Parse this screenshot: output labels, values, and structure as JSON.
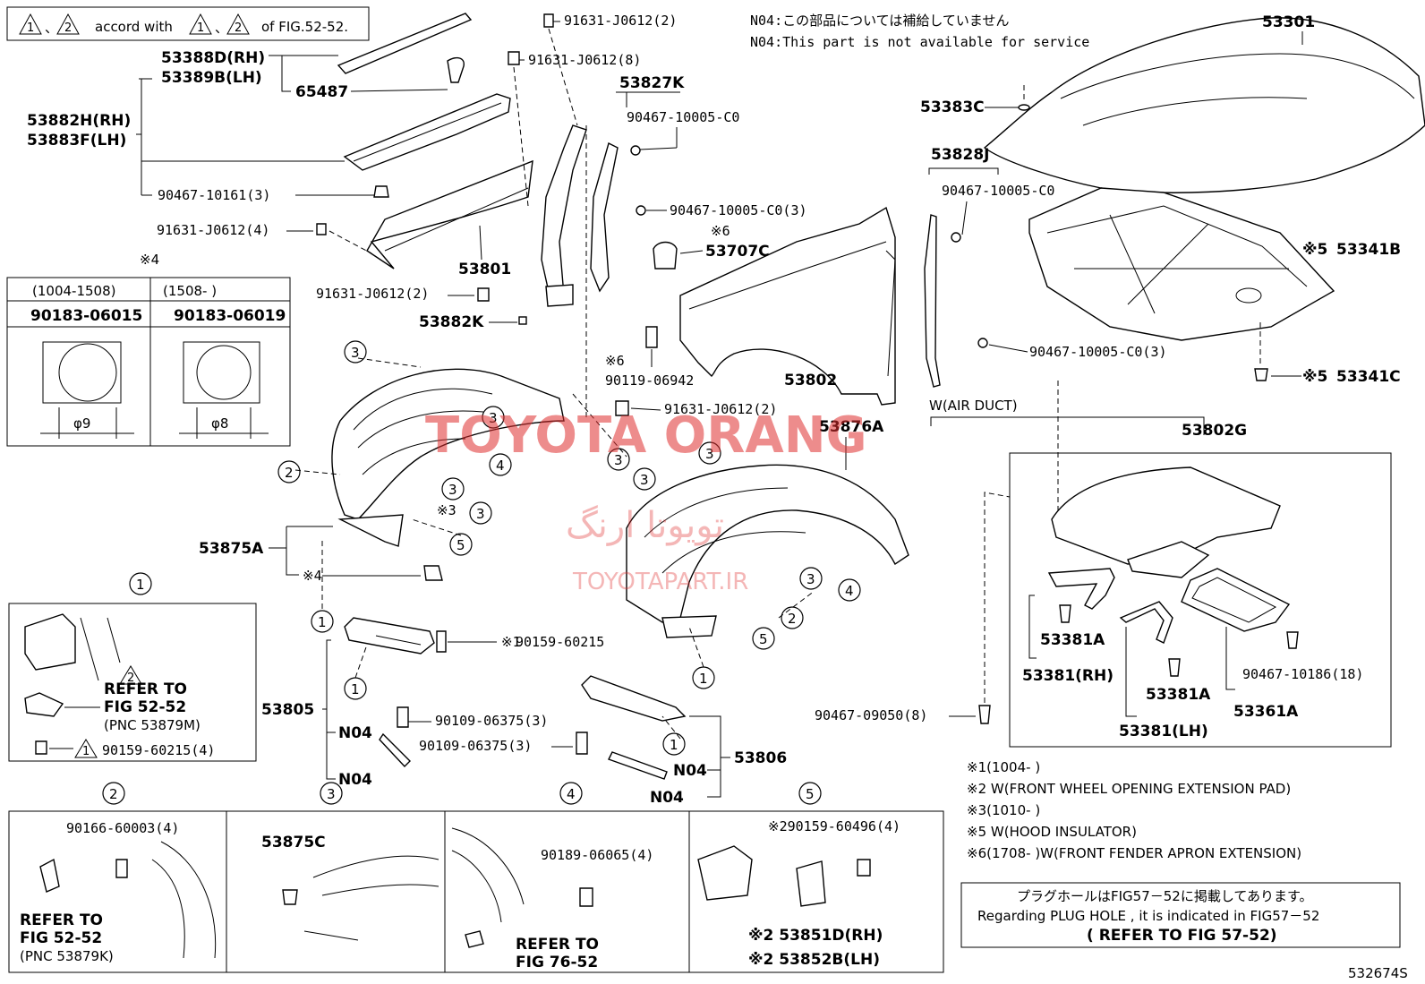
{
  "header_note": {
    "tri1": "1",
    "tri2": "2",
    "text1": "accord with",
    "text2": "of FIG.52-52."
  },
  "n04_notes": {
    "jp": "N04:この部品については補給していません",
    "en": "N04:This part is not available for service"
  },
  "watermark": {
    "brand": "TOYOTA ORANG",
    "persian": "تویوتا ارنگ",
    "site": "TOYOTAPART.IR"
  },
  "labels": {
    "p53388D": "53388D(RH)",
    "p53389B": "53389B(LH)",
    "p65487": "65487",
    "p53882H": "53882H(RH)",
    "p53883F": "53883F(LH)",
    "p90467_10161": "90467-10161(3)",
    "p91631_4": "91631-J0612(4)",
    "p91631_2a": "91631-J0612(2)",
    "p91631_8": "91631-J0612(8)",
    "p53827K": "53827K",
    "p90467_c0": "90467-10005-C0",
    "p90467_c0_3": "90467-10005-C0(3)",
    "p53801": "53801",
    "p91631_2b": "91631-J0612(2)",
    "p53882K": "53882K",
    "p53707C": "53707C",
    "p53707C_note": "※6",
    "p90119_note": "※6",
    "p90119": "90119-06942",
    "p91631_2c": "91631-J0612(2)",
    "p53802": "53802",
    "p53301": "53301",
    "p53383C": "53383C",
    "p53828J": "53828J",
    "p90467_c0_b": "90467-10005-C0",
    "p53341B": "53341B",
    "p53341B_note": "※5",
    "p90467_c0_3b": "90467-10005-C0(3)",
    "p53341C": "53341C",
    "p53341C_note": "※5",
    "air_duct": "W(AIR DUCT)",
    "p53876A": "53876A",
    "p53802G": "53802G",
    "p53875A": "53875A",
    "p53805": "53805",
    "p53806": "53806",
    "p90159_60215": "90159-60215",
    "p90159_note": "※1",
    "p90109_a": "90109-06375(3)",
    "p90109_b": "90109-06375(3)",
    "n04": "N04",
    "p53381A_1": "53381A",
    "p53381_rh": "53381(RH)",
    "p53381A_2": "53381A",
    "p53381_lh": "53381(LH)",
    "p90467_10186": "90467-10186(18)",
    "p53361A": "53361A",
    "p90467_09050": "90467-09050(8)",
    "x3": "※3",
    "x4": "※4"
  },
  "table4": {
    "title": "※4",
    "col1_range": "(1004-1508)",
    "col2_range": "(1508-     )",
    "col1_part": "90183-06015",
    "col2_part": "90183-06019",
    "col1_dim": "φ9",
    "col2_dim": "φ8"
  },
  "detail1": {
    "num": "1",
    "refer": "REFER TO",
    "fig": "FIG 52-52",
    "pnc": "(PNC 53879M)",
    "part": "90159-60215(4)",
    "tri": "2",
    "tri_b": "1"
  },
  "detail2": {
    "num": "2",
    "part": "90166-60003(4)",
    "refer": "REFER TO",
    "fig": "FIG 52-52",
    "pnc": "(PNC 53879K)"
  },
  "detail3": {
    "num": "3",
    "part": "53875C"
  },
  "detail4": {
    "num": "4",
    "part": "90189-06065(4)",
    "refer": "REFER TO",
    "fig": "FIG 76-52"
  },
  "detail5": {
    "num": "5",
    "part": "※290159-60496(4)",
    "rh": "※2 53851D(RH)",
    "lh": "※2 53852B(LH)"
  },
  "footnotes": [
    "※1(1004-      )",
    "※2 W(FRONT WHEEL OPENING EXTENSION PAD)",
    "※3(1010-      )",
    "※5 W(HOOD INSULATOR)",
    "※6(1708-      )W(FRONT FENDER APRON EXTENSION)"
  ],
  "plug_box": {
    "jp": "プラグホールはFIG57－52に掲載してあります。",
    "en": "Regarding PLUG HOLE , it is indicated in FIG57－52",
    "ref": "(   REFER TO FIG 57-52)"
  },
  "fig_id": "532674S",
  "callouts": {
    "one": "1",
    "two": "2",
    "three": "3",
    "four": "4",
    "five": "5"
  }
}
